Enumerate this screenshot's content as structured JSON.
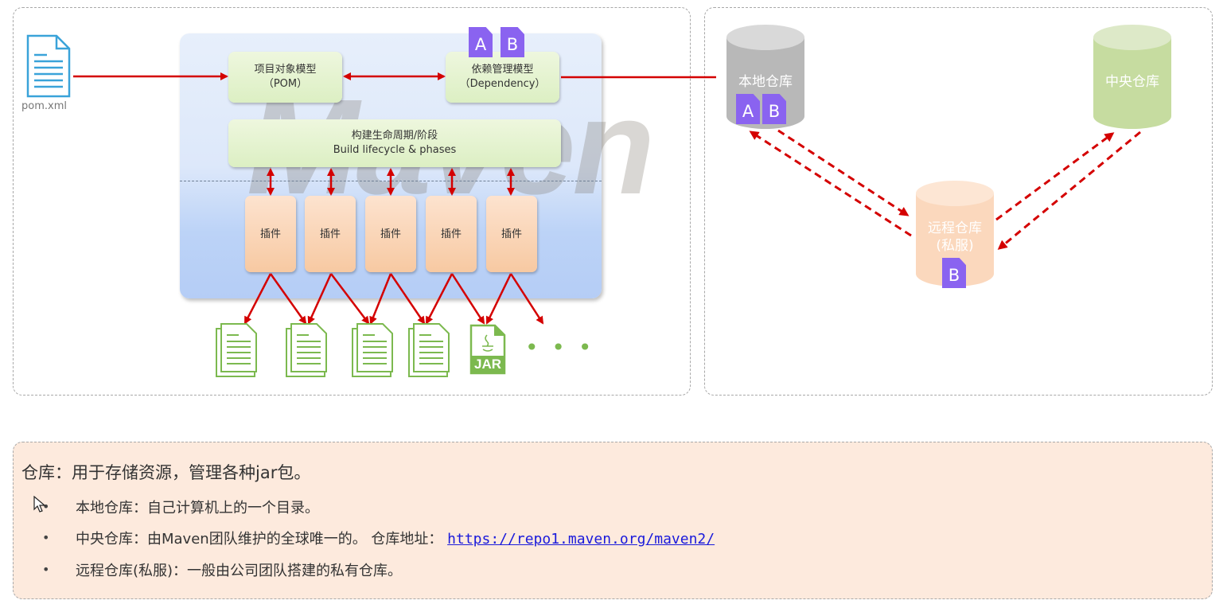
{
  "diagram": {
    "pom_file": {
      "label": "pom.xml",
      "icon": "document-icon"
    },
    "core": {
      "watermark": "Maven",
      "pom_box": {
        "line1": "项目对象模型",
        "line2": "（POM）"
      },
      "dependency_box": {
        "line1": "依赖管理模型",
        "line2": "（Dependency）"
      },
      "dependency_tags": [
        "A",
        "B"
      ],
      "lifecycle_box": {
        "line1": "构建生命周期/阶段",
        "line2": "Build lifecycle & phases"
      },
      "plugins": [
        "插件",
        "插件",
        "插件",
        "插件",
        "插件"
      ]
    },
    "artifacts": [
      {
        "type": "document",
        "icon": "document-stack-icon"
      },
      {
        "type": "document",
        "icon": "document-stack-icon"
      },
      {
        "type": "document",
        "icon": "document-stack-icon"
      },
      {
        "type": "document",
        "icon": "document-stack-icon"
      },
      {
        "type": "jar",
        "icon": "jar-file-icon",
        "label": "JAR"
      }
    ],
    "artifacts_more": "• • •",
    "repositories": {
      "local": {
        "label": "本地仓库",
        "tags": [
          "A",
          "B"
        ],
        "color": "#b8b8b8"
      },
      "central": {
        "label": "中央仓库",
        "color": "#c6dca0"
      },
      "remote": {
        "line1": "远程仓库",
        "line2": "(私服)",
        "tags": [
          "B"
        ],
        "color": "#fbd8bd"
      }
    },
    "colors": {
      "arrow": "#d40000",
      "tag": "#8a63f0",
      "artifact_green": "#7cb94f"
    }
  },
  "info": {
    "title": "仓库：用于存储资源，管理各种jar包。",
    "items": [
      {
        "text": "本地仓库：自己计算机上的一个目录。"
      },
      {
        "text": "中央仓库：由Maven团队维护的全球唯一的。 仓库地址：",
        "link": "https://repo1.maven.org/maven2/"
      },
      {
        "text": "远程仓库(私服)：一般由公司团队搭建的私有仓库。"
      }
    ],
    "bullet": "•"
  }
}
